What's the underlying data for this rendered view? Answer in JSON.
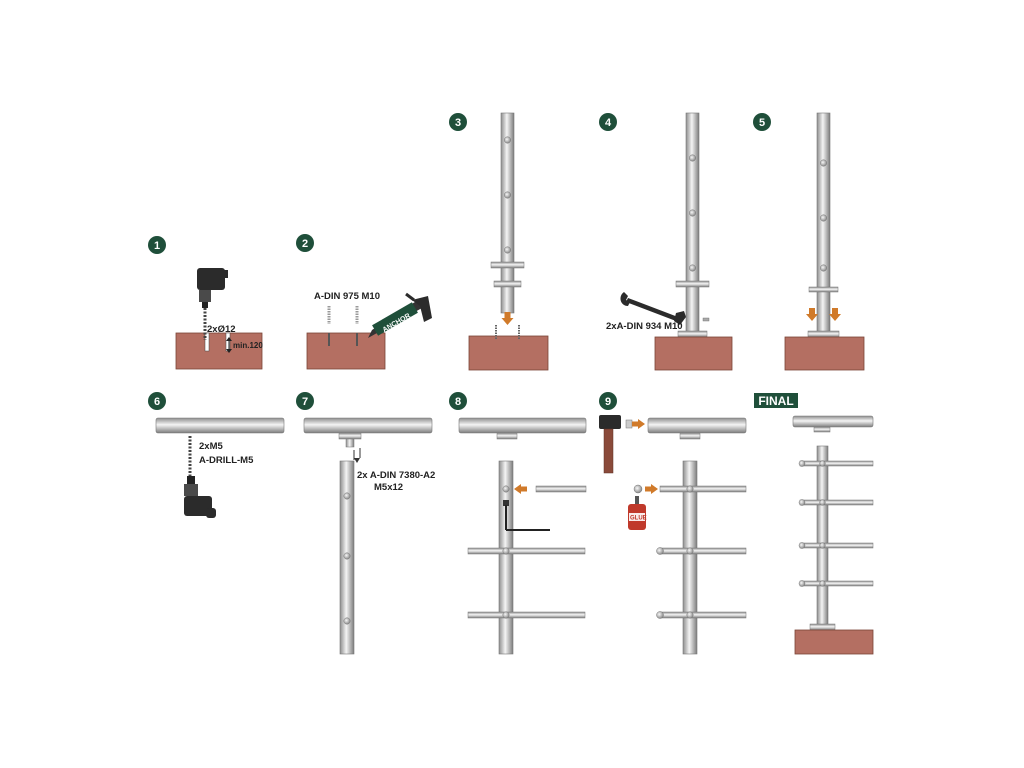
{
  "steps": [
    {
      "number": "1",
      "label": "2xØ12",
      "sublabel": "min.120"
    },
    {
      "number": "2",
      "label": "A-DIN 975 M10",
      "tool": "ANCHOR"
    },
    {
      "number": "3"
    },
    {
      "number": "4",
      "label": "2xA-DIN 934 M10"
    },
    {
      "number": "5"
    },
    {
      "number": "6",
      "label": "2xM5",
      "sublabel": "A-DRILL-M5"
    },
    {
      "number": "7",
      "label": "2x A-DIN 7380-A2",
      "sublabel": "M5x12"
    },
    {
      "number": "8"
    },
    {
      "number": "9",
      "tool": "GLUE"
    },
    {
      "final_label": "FINAL"
    }
  ],
  "colors": {
    "badge": "#1f4f3a",
    "base": "#b46f62",
    "steel_light": "#eeeeee",
    "steel_dark": "#8a8a8a",
    "arrow": "#d07a2a",
    "drill": "#2b2b2b",
    "glue": "#c0392b",
    "hammer_handle": "#8a4a3a"
  }
}
